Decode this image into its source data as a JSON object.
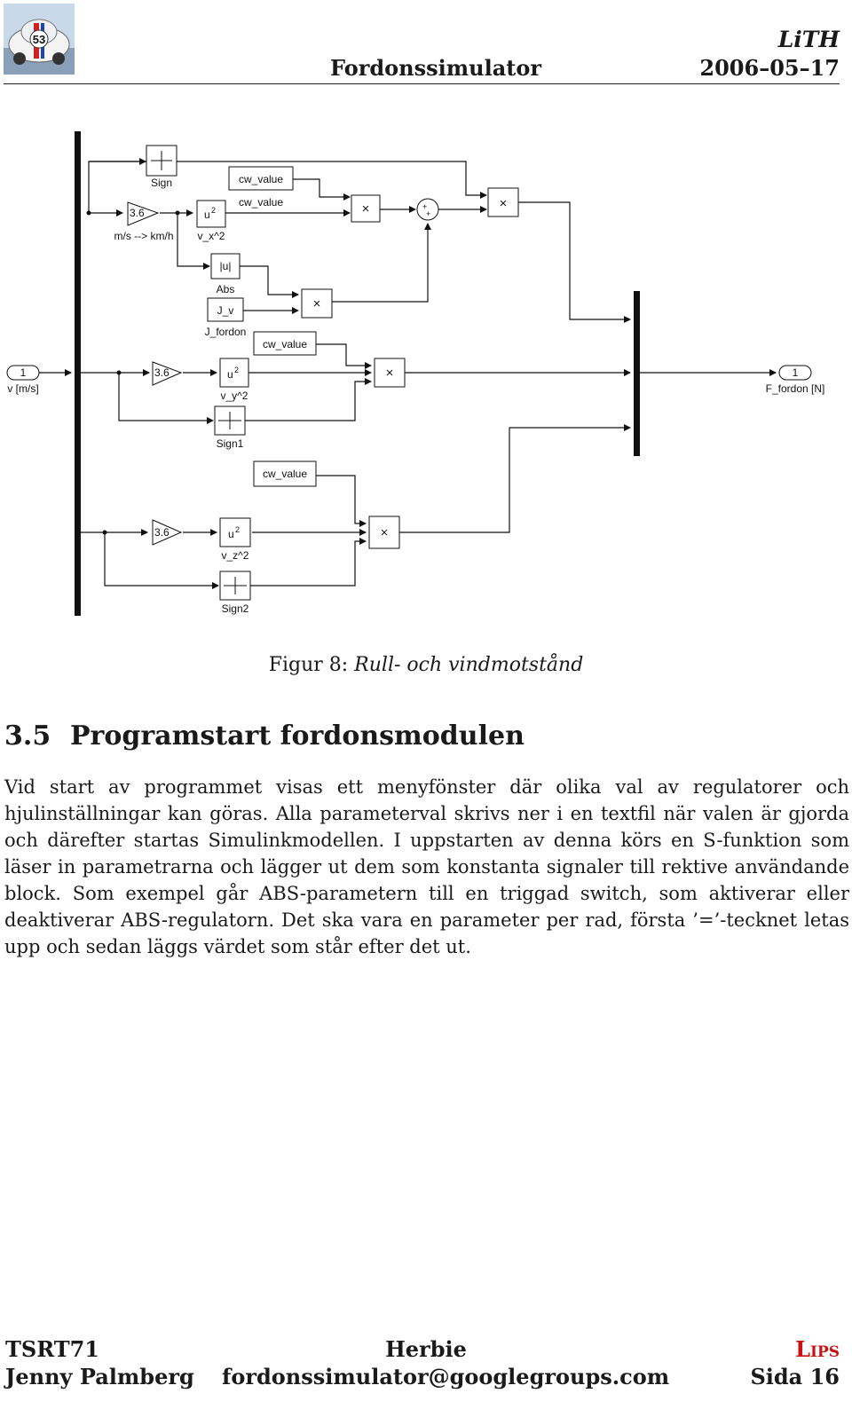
{
  "header": {
    "org": "LiTH",
    "title": "Fordonssimulator",
    "date": "2006–05–17",
    "logo_number": "53"
  },
  "diagram": {
    "blocks": {
      "sign": "Sign",
      "cw_value_1": "cw_value",
      "cw_value_2": "cw_value",
      "gain_x": "3.6",
      "gain_x_label": "m/s --> km/h",
      "square_x": "u",
      "square_exp": "2",
      "square_x_label": "v_x^2",
      "abs": "|u|",
      "abs_label": "Abs",
      "jv": "J_v",
      "jv_label": "J_fordon",
      "cw_value_3": "cw_value",
      "inport_num": "1",
      "inport_label": "v [m/s]",
      "gain_y": "3.6",
      "square_y": "u",
      "square_y_label": "v_y^2",
      "sign1_label": "Sign1",
      "outport_num": "1",
      "outport_label": "F_fordon [N]",
      "cw_value_4": "cw_value",
      "gain_z": "3.6",
      "square_z": "u",
      "square_z_label": "v_z^2",
      "sign2_label": "Sign2",
      "mult": "×",
      "plus": "+"
    }
  },
  "caption": {
    "prefix": "Figur 8:",
    "text": "Rull- och vindmotstånd"
  },
  "section": {
    "number": "3.5",
    "title": "Programstart fordonsmodulen"
  },
  "body": {
    "paragraph": "Vid start av programmet visas ett menyfönster där olika val av regulatorer och hjulinställningar kan göras. Alla parameterval skrivs ner i en textfil när valen är gjorda och därefter startas Simulinkmodellen. I uppstarten av denna körs en S-funktion som läser in parametrarna och lägger ut dem som konstanta signaler till rektive användande block. Som exempel går ABS-parametern till en triggad switch, som aktiverar eller deaktiverar ABS-regulatorn. Det ska vara en parameter per rad, första ’=’-tecknet letas upp och sedan läggs värdet som står efter det ut."
  },
  "footer": {
    "course": "TSRT71",
    "author": "Jenny Palmberg",
    "project": "Herbie",
    "email": "fordonssimulator@googlegroups.com",
    "brand": "Lips",
    "page": "Sida 16"
  }
}
